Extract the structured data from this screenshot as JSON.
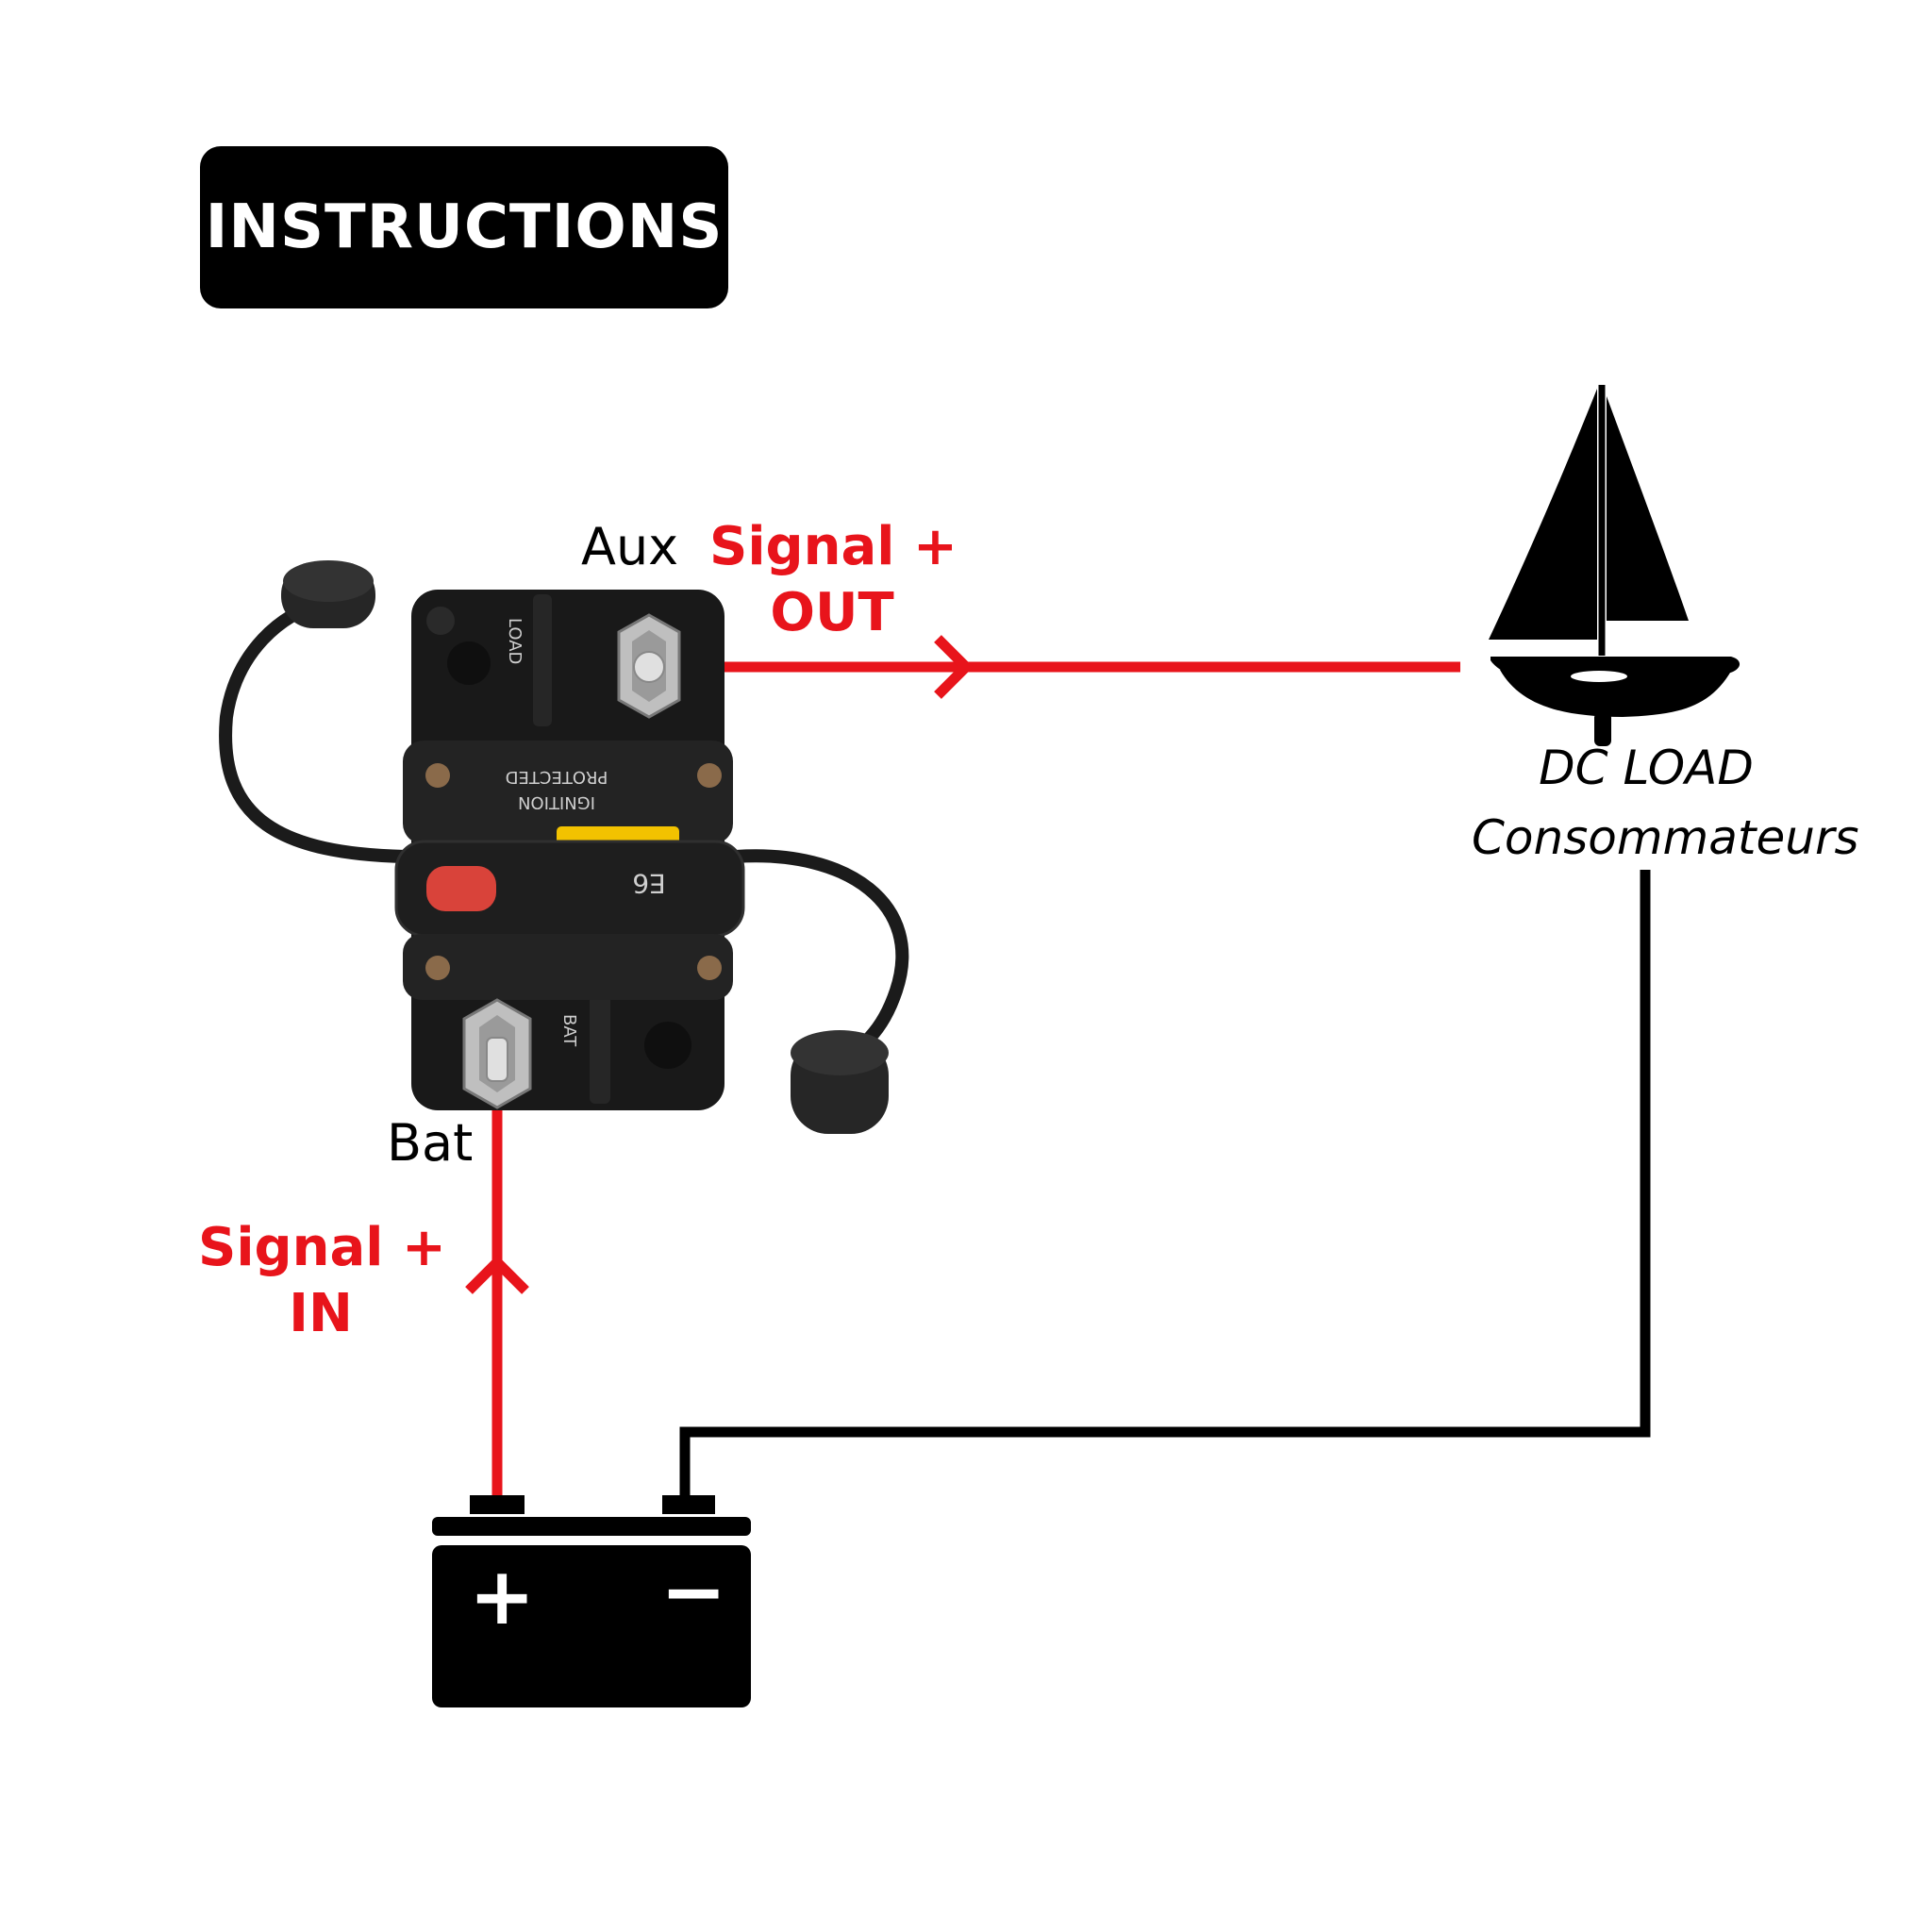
{
  "title": "INSTRUCTIONS",
  "breaker": {
    "aux_label": "Aux",
    "bat_label": "Bat",
    "plate_text_line1": "PROTECTED",
    "plate_text_line2": "IGNITION",
    "model_text": "E6",
    "side_text_top": "LOAD",
    "side_text_bottom": "BAT"
  },
  "signal_out": {
    "line1": "Signal +",
    "line2": "OUT"
  },
  "signal_in": {
    "line1": "Signal +",
    "line2": "IN"
  },
  "load": {
    "line1": "DC LOAD",
    "line2": "Consommateurs",
    "icon": "sailboat-icon"
  },
  "battery": {
    "positive_symbol": "+",
    "negative_symbol": "−"
  },
  "colors": {
    "positive_wire": "#e8141b",
    "negative_wire": "#000000",
    "badge": "#000000"
  }
}
